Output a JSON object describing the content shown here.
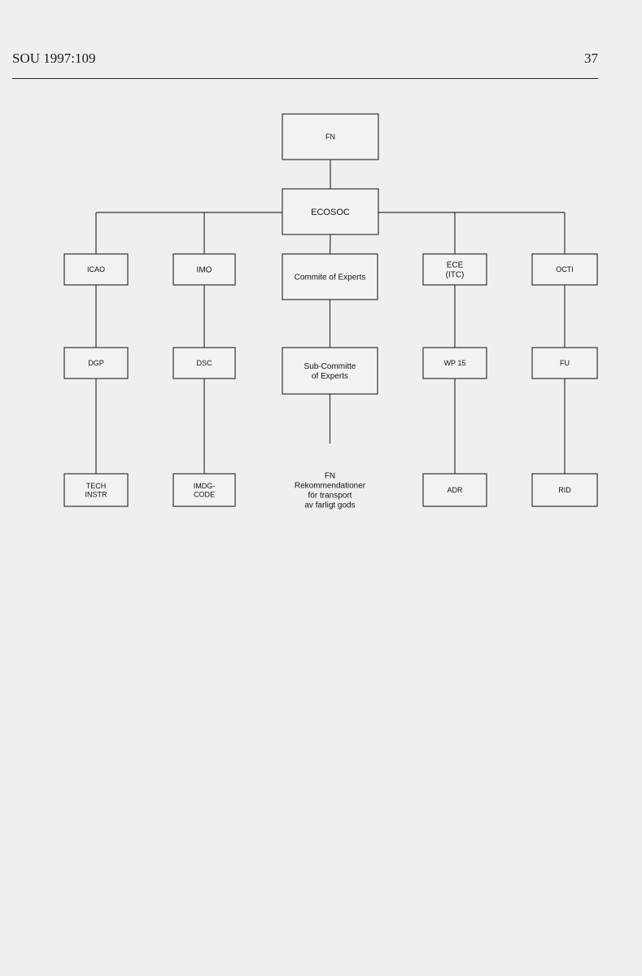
{
  "header": {
    "left": "SOU 1997:109",
    "page_number": "37"
  },
  "nodes": {
    "fn": [
      "FN"
    ],
    "ecosoc": [
      "ECOSOC"
    ],
    "icao": [
      "ICAO"
    ],
    "imo": [
      "IMO"
    ],
    "committee": [
      "Commite of Experts"
    ],
    "ece": [
      "ECE",
      "(ITC)"
    ],
    "octi": [
      "OCTI"
    ],
    "dgp": [
      "DGP"
    ],
    "dsc": [
      "DSC"
    ],
    "subcommittee": [
      "Sub-Committe",
      "of Experts"
    ],
    "wp15": [
      "WP 15"
    ],
    "fu": [
      "FU"
    ],
    "tech_instr": [
      "TECH",
      "INSTR"
    ],
    "imdg_code": [
      "IMDG-",
      "CODE"
    ],
    "fn_recommendations": [
      "FN",
      "Rekommendationer",
      "för transport",
      "av farligt gods"
    ],
    "adr": [
      "ADR"
    ],
    "rid": [
      "RID"
    ]
  }
}
